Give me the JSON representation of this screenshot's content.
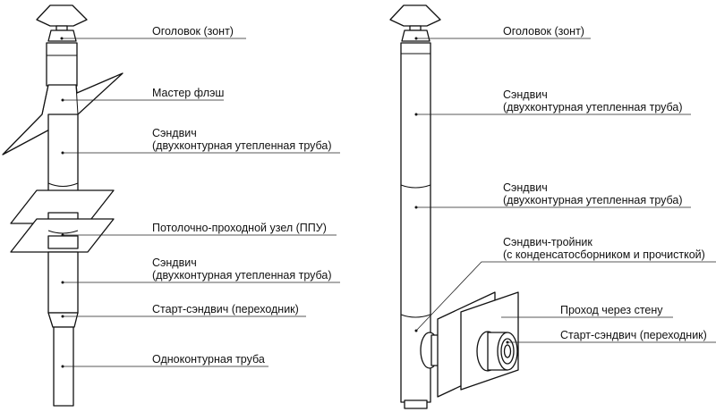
{
  "left": {
    "cap": "Оголовок (зонт)",
    "flash": "Мастер флэш",
    "sandwich_top_1": "Сэндвич",
    "sandwich_top_2": "(двухконтурная утепленная труба)",
    "ceiling": "Потолочно-проходной узел (ППУ)",
    "sandwich_bottom_1": "Сэндвич",
    "sandwich_bottom_2": "(двухконтурная утепленная труба)",
    "start": "Старт-сэндвич (переходник)",
    "single": "Одноконтурная труба"
  },
  "right": {
    "cap": "Оголовок (зонт)",
    "sandwich_a_1": "Сэндвич",
    "sandwich_a_2": "(двухконтурная утепленная труба)",
    "sandwich_b_1": "Сэндвич",
    "sandwich_b_2": "(двухконтурная утепленная труба)",
    "tee_1": "Сэндвич-тройник",
    "tee_2": "(с конденсатосборником и прочисткой)",
    "wall": "Проход через стену",
    "start": "Старт-сэндвич (переходник)"
  }
}
